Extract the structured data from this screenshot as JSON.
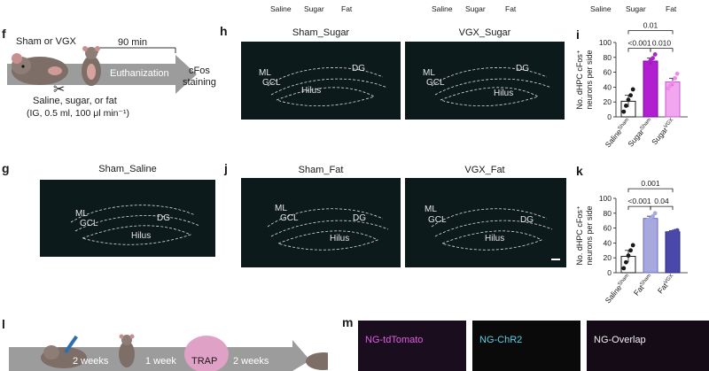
{
  "top_labels": [
    "Saline",
    "Sugar",
    "Fat",
    "Saline",
    "Sugar",
    "Fat",
    "Saline",
    "Sugar",
    "Fat"
  ],
  "panels": {
    "f": {
      "letter": "f",
      "group_label": "Sham or VGX",
      "time": "90 min",
      "step": "Euthanization",
      "outcome_line1": "cFos",
      "outcome_line2": "staining",
      "treatment_line1": "Saline, sugar, or fat",
      "treatment_line2": "(IG, 0.5 ml, 100 μl min⁻¹)"
    },
    "g": {
      "letter": "g",
      "title": "Sham_Saline"
    },
    "h": {
      "letter": "h",
      "title_left": "Sham_Sugar",
      "title_right": "VGX_Sugar"
    },
    "j": {
      "letter": "j",
      "title_left": "Sham_Fat",
      "title_right": "VGX_Fat"
    },
    "l": {
      "letter": "l",
      "period1": "2 weeks",
      "period2": "1 week",
      "trap": "TRAP",
      "period3": "2 weeks"
    },
    "m": {
      "letter": "m",
      "panel1": "NG-tdTomato",
      "panel2": "NG-ChR2",
      "panel3": "NG-Overlap"
    }
  },
  "regions": {
    "ml": "ML",
    "gcl": "GCL",
    "dg": "DG",
    "hilus": "Hilus"
  },
  "chart_data": [
    {
      "type": "bar",
      "panel": "i",
      "ylabel": "No. dHPC cFos⁺ neurons per side",
      "ylim": [
        0,
        100
      ],
      "yticks": [
        0,
        20,
        40,
        60,
        80,
        100
      ],
      "categories": [
        "Saline^Sham",
        "Sugar^Sham",
        "Sugar^VGX"
      ],
      "tick_labels": [
        {
          "main": "Saline",
          "sup": "Sham"
        },
        {
          "main": "Sugar",
          "sup": "Sham"
        },
        {
          "main": "Sugar",
          "sup": "VGX"
        }
      ],
      "values": [
        21,
        75,
        47
      ],
      "errors": [
        8,
        4,
        5
      ],
      "points": [
        [
          7,
          15,
          23,
          29,
          37
        ],
        [
          68,
          72,
          76,
          79,
          84
        ],
        [
          38,
          42,
          46,
          52,
          58
        ]
      ],
      "colors": [
        "#ffffff",
        "#b01fd0",
        "#f2a6f0"
      ],
      "edge_colors": [
        "#1a1a1a",
        "#7d0aa0",
        "#c85ad0"
      ],
      "point_colors": [
        "#1a1a1a",
        "#b01fd0",
        "#f08aea"
      ],
      "comparisons": [
        {
          "from": 0,
          "to": 1,
          "label": "<0.001"
        },
        {
          "from": 1,
          "to": 2,
          "label": "0.010"
        },
        {
          "from": 0,
          "to": 2,
          "label": "0.01"
        }
      ]
    },
    {
      "type": "bar",
      "panel": "k",
      "ylabel": "No. dHPC cFos⁺ neurons per side",
      "ylim": [
        0,
        100
      ],
      "yticks": [
        0,
        20,
        40,
        60,
        80,
        100
      ],
      "categories": [
        "Saline^Sham",
        "Fat^Sham",
        "Fat^VGX"
      ],
      "tick_labels": [
        {
          "main": "Saline",
          "sup": "Sham"
        },
        {
          "main": "Fat",
          "sup": "Sham"
        },
        {
          "main": "Fat",
          "sup": "VGX"
        }
      ],
      "values": [
        22,
        73,
        55
      ],
      "errors": [
        8,
        3,
        1.5
      ],
      "points": [
        [
          6,
          14,
          23,
          30,
          37
        ],
        [
          67,
          71,
          73,
          76,
          80
        ],
        [
          53,
          54,
          55,
          56,
          57
        ]
      ],
      "colors": [
        "#ffffff",
        "#a6a8de",
        "#4a48a8"
      ],
      "edge_colors": [
        "#1a1a1a",
        "#6a6cc0",
        "#2a2880"
      ],
      "point_colors": [
        "#1a1a1a",
        "#a6a8de",
        "#4a48a8"
      ],
      "comparisons": [
        {
          "from": 0,
          "to": 1,
          "label": "<0.001"
        },
        {
          "from": 1,
          "to": 2,
          "label": "0.04"
        },
        {
          "from": 0,
          "to": 2,
          "label": "0.001"
        }
      ]
    }
  ]
}
